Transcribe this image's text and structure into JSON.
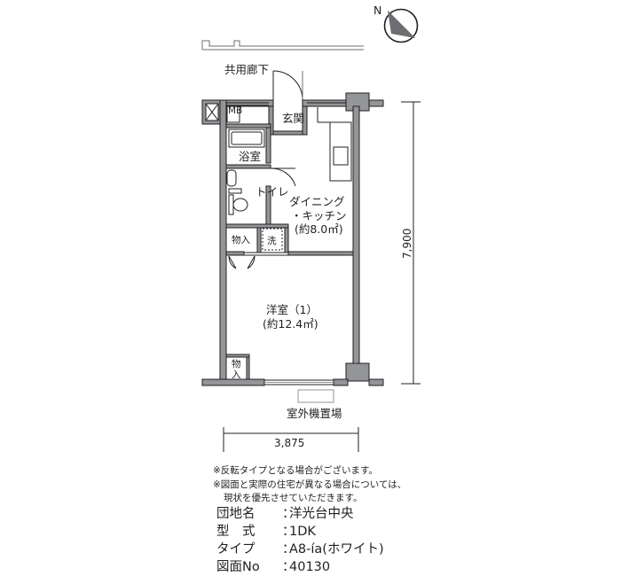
{
  "rooms": {
    "corridor": "共用廊下",
    "entrance": "玄関",
    "mb": "MB",
    "bath": "浴室",
    "toilet": "トイレ",
    "dk_line1": "ダイニング",
    "dk_line2": "・キッチン",
    "dk_area": "(約8.0㎡)",
    "storage1": "物入",
    "laundry": "洗",
    "western_name": "洋室（1）",
    "western_area": "(約12.4㎡)",
    "storage2_line1": "物",
    "storage2_line2": "入",
    "outdoor_unit": "室外機置場"
  },
  "dimensions": {
    "depth": "7,900",
    "width": "3,875"
  },
  "compass": {
    "label": "N",
    "icon": "north-arrow-icon"
  },
  "notes": {
    "line1": "※反転タイプとなる場合がございます。",
    "line2": "※図面と実際の住宅が異なる場合については、",
    "line3": "現状を優先させていただきます。"
  },
  "info": {
    "complex_key": "団地名",
    "complex_val": "洋光台中央",
    "type_key": "型　式",
    "type_val": "1DK",
    "subtype_key": "タイプ",
    "subtype_val": "A8-ía(ホワイト)",
    "drawing_key": "図面No",
    "drawing_val": "40130",
    "colon": "："
  }
}
